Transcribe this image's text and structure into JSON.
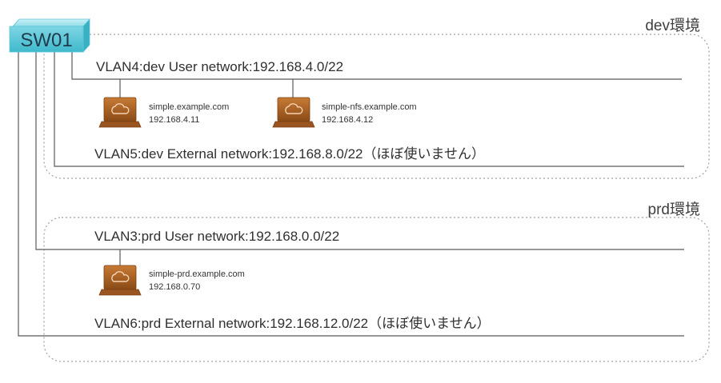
{
  "switch": {
    "label": "SW01"
  },
  "environments": [
    {
      "label": "dev環境"
    },
    {
      "label": "prd環境"
    }
  ],
  "vlans": [
    {
      "label": "VLAN4:dev User network:192.168.4.0/22"
    },
    {
      "label": "VLAN5:dev External network:192.168.8.0/22（ほぼ使いません）"
    },
    {
      "label": "VLAN3:prd User network:192.168.0.0/22"
    },
    {
      "label": "VLAN6:prd External network:192.168.12.0/22（ほぼ使いません）"
    }
  ],
  "hosts": [
    {
      "name": "simple.example.com",
      "ip": "192.168.4.11"
    },
    {
      "name": "simple-nfs.example.com",
      "ip": "192.168.4.12"
    },
    {
      "name": "simple-prd.example.com",
      "ip": "192.168.0.70"
    }
  ],
  "colors": {
    "switch_fill": "#6fd3e0",
    "host_fill": "#b5651d",
    "line": "#595959",
    "dashed_box": "#a0a0a0"
  }
}
